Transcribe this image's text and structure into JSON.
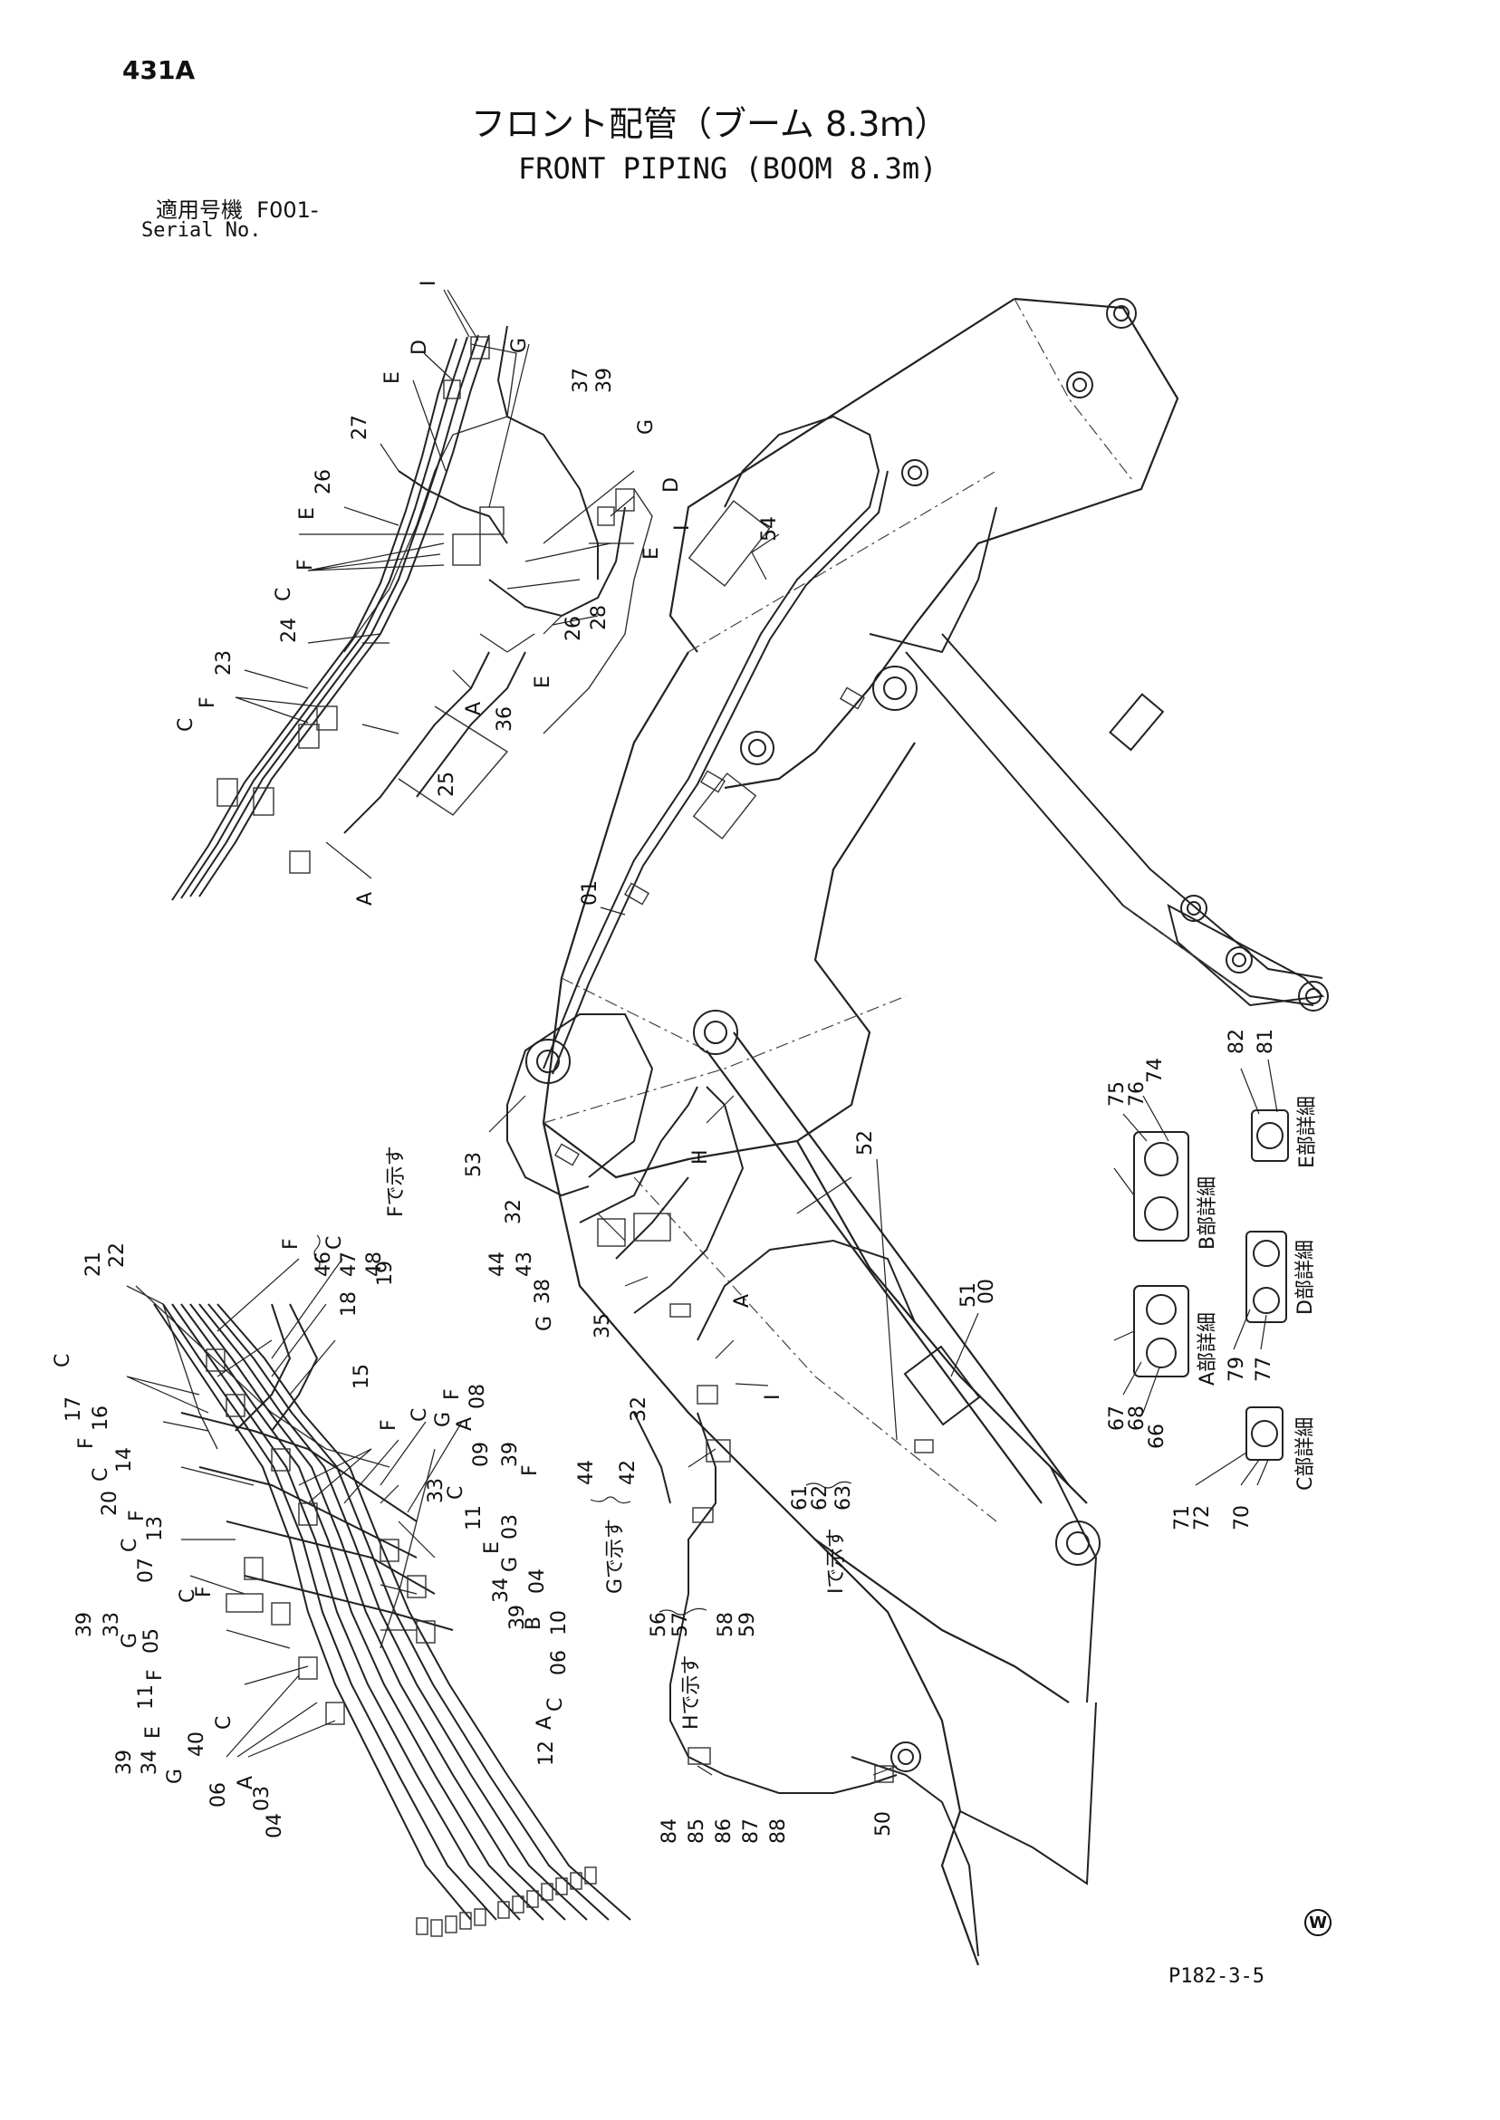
{
  "header": {
    "page_number": "431A",
    "title_ja": "フロント配管（ブーム 8.3ｍ）",
    "title_en": "FRONT PIPING (BOOM 8.3m)",
    "serial_label_ja": "適用号機",
    "serial_value": "F001-",
    "serial_label_en": "Serial No."
  },
  "footer": {
    "doc_number": "P182-3-5",
    "w_mark": "W"
  },
  "detail_labels": {
    "a_detail": "A部詳細",
    "b_detail": "B部詳細",
    "c_detail": "C部詳細",
    "d_detail": "D部詳細",
    "e_detail": "E部詳細"
  },
  "indicator_notes": {
    "f_shown": "Fで示す",
    "g_shown": "Gで示す",
    "h_shown": "Hで示す",
    "i_shown": "Iで示す"
  },
  "part_groups": {
    "f_group": [
      "46",
      "47",
      "48"
    ],
    "g_group": [
      "44",
      "42"
    ],
    "h_group": [
      "56",
      "57",
      "58",
      "59"
    ],
    "i_group": [
      "61",
      "62",
      "63"
    ],
    "a_detail_parts": [
      "67",
      "68",
      "66"
    ],
    "b_detail_parts": [
      "75",
      "76",
      "74"
    ],
    "c_detail_parts": [
      "71",
      "72",
      "70"
    ],
    "d_detail_parts": [
      "79",
      "77"
    ],
    "e_detail_parts": [
      "82",
      "81"
    ]
  },
  "callouts": {
    "top_detail": [
      "I",
      "D",
      "G",
      "37",
      "39",
      "E",
      "27",
      "G",
      "26",
      "E",
      "I",
      "D",
      "E",
      "F",
      "C",
      "28",
      "26",
      "24",
      "E",
      "23",
      "F",
      "C",
      "A",
      "36",
      "25",
      "A"
    ],
    "main_view": [
      "54",
      "01",
      "53",
      "32",
      "44",
      "43",
      "38",
      "G",
      "35",
      "H",
      "52",
      "A",
      "51",
      "00",
      "32",
      "I",
      "50",
      "84",
      "85",
      "86",
      "87",
      "88"
    ],
    "bottom_detail": [
      "22",
      "21",
      "C",
      "17",
      "16",
      "F",
      "14",
      "C",
      "20",
      "F",
      "13",
      "C",
      "07",
      "C",
      "F",
      "39",
      "33",
      "G",
      "05",
      "F",
      "11",
      "E",
      "39",
      "34",
      "G",
      "40",
      "C",
      "06",
      "A",
      "03",
      "04",
      "F",
      "C",
      "19",
      "18",
      "15",
      "F",
      "C",
      "G",
      "F",
      "A",
      "08",
      "09",
      "C",
      "33",
      "39",
      "F",
      "11",
      "E",
      "03",
      "G",
      "34",
      "39",
      "B",
      "04",
      "10",
      "06",
      "C",
      "A",
      "12"
    ]
  }
}
